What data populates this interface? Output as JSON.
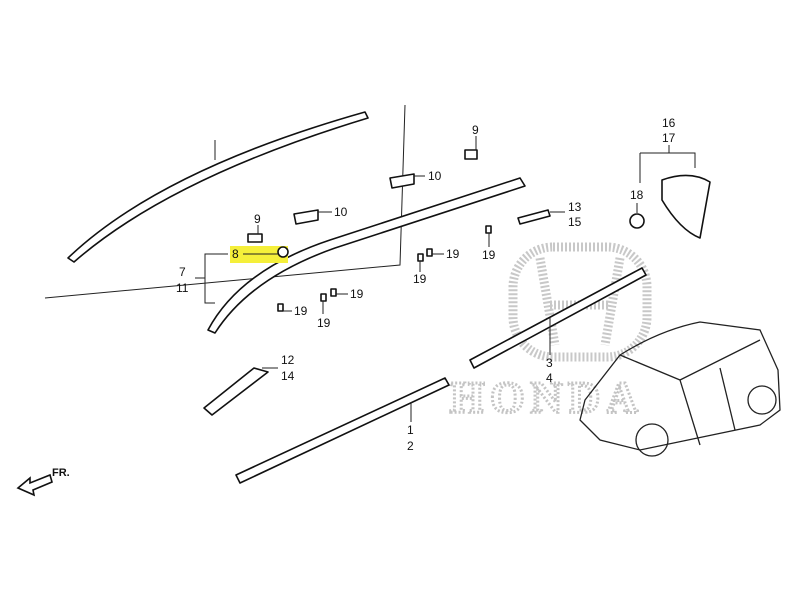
{
  "diagram": {
    "watermark_brand": "HONDA",
    "highlight_color": "#f5ef3a",
    "direction_label": "FR.",
    "callouts": {
      "c9a": "9",
      "c10a": "10",
      "c10b": "10",
      "c9b": "9",
      "c8": "8",
      "c7": "7",
      "c11": "11",
      "c19a": "19",
      "c19b": "19",
      "c19c": "19",
      "c19d": "19",
      "c19e": "19",
      "c19f": "19",
      "c13": "13",
      "c15": "15",
      "c16": "16",
      "c17": "17",
      "c18": "18",
      "c12": "12",
      "c14": "14",
      "c3": "3",
      "c4": "4",
      "c1": "1",
      "c2": "2"
    }
  }
}
